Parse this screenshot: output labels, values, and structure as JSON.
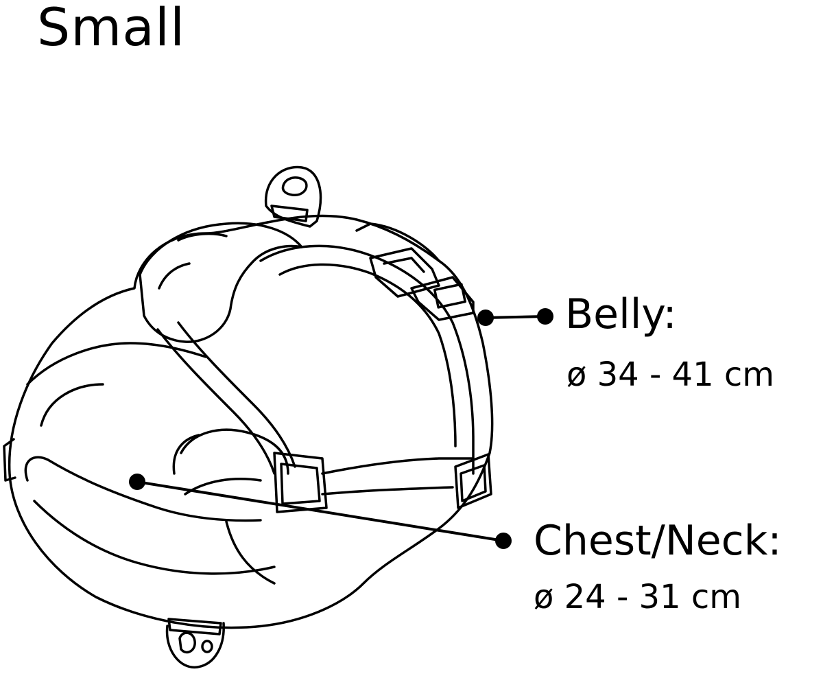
{
  "title": "Small",
  "callouts": {
    "belly": {
      "label": "Belly:",
      "value": "ø 34 - 41 cm"
    },
    "chest_neck": {
      "label": "Chest/Neck:",
      "value": "ø 24 - 31 cm"
    }
  },
  "colors": {
    "ink": "#000000",
    "background": "#ffffff"
  }
}
